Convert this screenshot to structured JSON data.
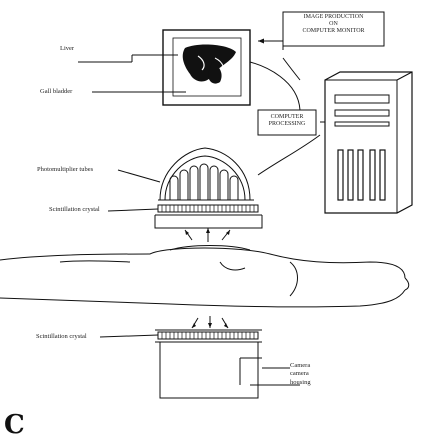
{
  "labels": {
    "liver": "Liver",
    "gall_bladder": "Gall bladder",
    "image_production": "IMAGE PRODUCTION",
    "on": "ON",
    "computer_monitor": "COMPUTER MONITOR",
    "computer": "COMPUTER",
    "processing": "PROCESSING",
    "photomultiplier_tubes": "Photomultiplier tubes",
    "scintillation_crystal_top": "Scintillation crystal",
    "scintillation_crystal_bottom": "Scintillation crystal",
    "camera": "Camera",
    "camera2": "camera",
    "housing": "housing"
  },
  "panel_letter": "C",
  "icons": [
    "liver-gallbladder-image",
    "computer-tower",
    "gamma-camera",
    "patient-body"
  ],
  "colors": {
    "line": "#111111",
    "background": "#ffffff"
  }
}
